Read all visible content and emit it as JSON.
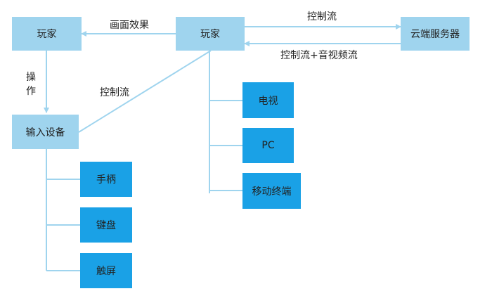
{
  "nodes": {
    "player_left": "玩家",
    "player_center": "玩家",
    "cloud_server": "云端服务器",
    "input_device": "输入设备",
    "gamepad": "手柄",
    "keyboard": "键盘",
    "touchscreen": "触屏",
    "tv": "电视",
    "pc": "PC",
    "mobile_terminal": "移动终端"
  },
  "edges": {
    "picture_effect": "画面效果",
    "control_stream_top": "控制流",
    "control_av_stream": "控制流+音视频流",
    "operate": "操作",
    "control_stream_diag": "控制流"
  },
  "colors": {
    "light_box": "#9fd4ee",
    "dark_box": "#1aa1e6",
    "line": "#9fd4ee"
  }
}
